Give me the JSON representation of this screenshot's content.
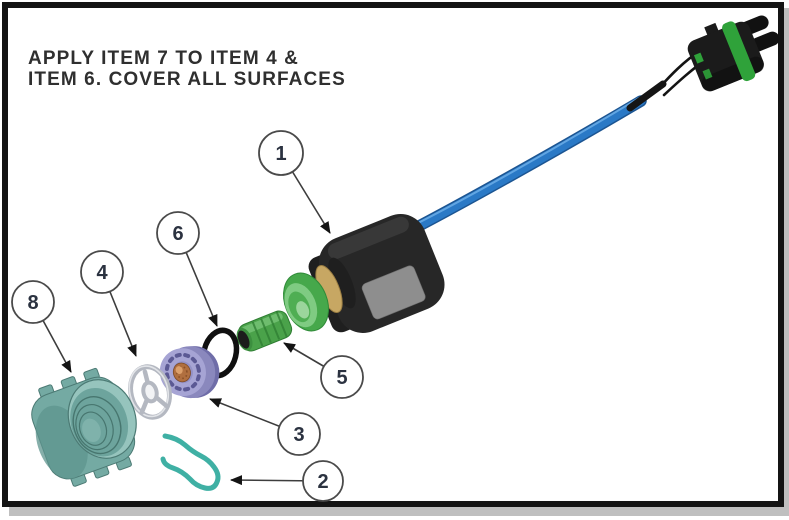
{
  "note": {
    "line1": "APPLY ITEM 7 TO ITEM 4 &",
    "line2": "ITEM 6. COVER ALL SURFACES"
  },
  "callouts": {
    "1": {
      "label": "1",
      "points_to": "sensor-body"
    },
    "2": {
      "label": "2",
      "points_to": "retaining-clip"
    },
    "3": {
      "label": "3",
      "points_to": "perforated-disc"
    },
    "4": {
      "label": "4",
      "points_to": "spoked-washer"
    },
    "5": {
      "label": "5",
      "points_to": "barbed-fitting"
    },
    "6": {
      "label": "6",
      "points_to": "o-ring"
    },
    "8": {
      "label": "8",
      "points_to": "threaded-cap"
    }
  },
  "colors": {
    "frame_border": "#141414",
    "frame_shadow": "#bfbfbf",
    "note_text": "#2f2f2f",
    "callout_stroke": "#4a4a4a",
    "callout_number": "#2b3240",
    "leader_line": "#3d3d3d"
  },
  "parts": {
    "sensor_assembly": {
      "name": "sensor-with-cable",
      "body": "#272727",
      "label_patch": "#8e8e8e",
      "cup": "#46a84b",
      "cup_inner": "#7fcb82",
      "collar": "#c7a763",
      "cable": "#2a79c6",
      "cable_edge": "#1c5592"
    },
    "connector": {
      "name": "two-pin-weatherproof-connector",
      "body": "#1b1b1b",
      "seal_band": "#2fa23a"
    },
    "retaining_clip": {
      "name": "retaining-clip",
      "color": "#3fb0a4"
    },
    "perforated_disc": {
      "name": "perforated-disc",
      "face": "#a6a4d4",
      "rim": "#8a88bd",
      "hub": "#b06f3f"
    },
    "spoked_washer": {
      "name": "spoked-washer",
      "color": "#b4b8c1"
    },
    "barbed_fitting": {
      "name": "barbed-fitting",
      "color": "#4aa24a"
    },
    "o_ring": {
      "name": "o-ring",
      "color": "#101010"
    },
    "threaded_cap": {
      "name": "threaded-cap",
      "color": "#74aaa3",
      "opening": "#96c4bd"
    }
  }
}
